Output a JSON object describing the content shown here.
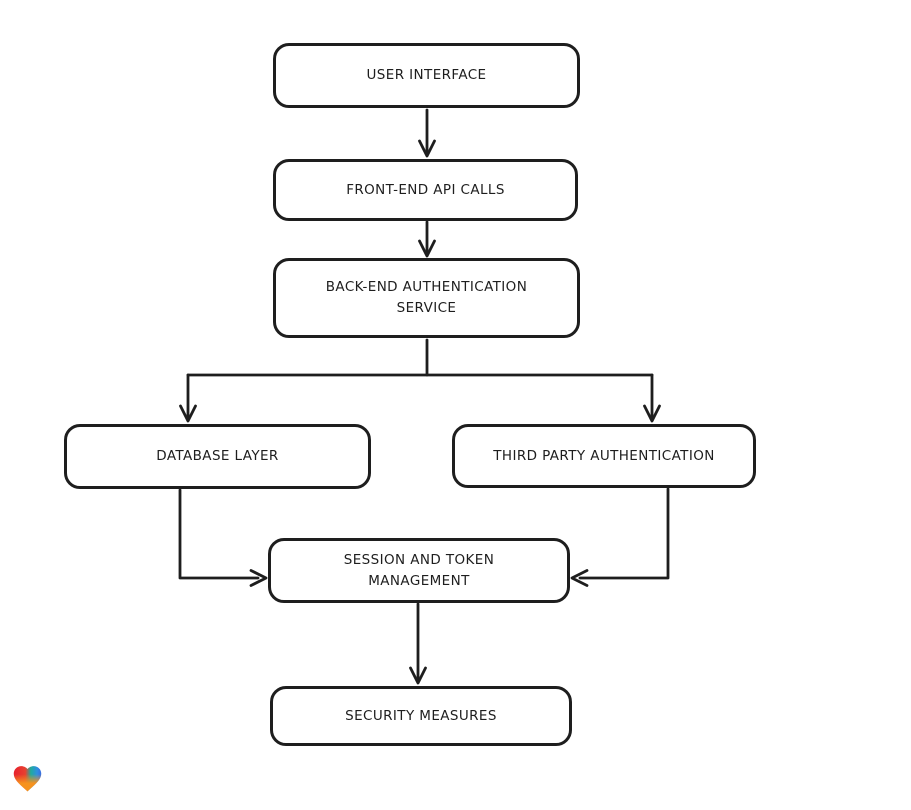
{
  "diagram": {
    "nodes": [
      {
        "id": "user-interface",
        "label": "USER INTERFACE"
      },
      {
        "id": "front-end-api-calls",
        "label": "FRONT-END API CALLS"
      },
      {
        "id": "back-end-authentication-service",
        "label": "BACK-END AUTHENTICATION SERVICE"
      },
      {
        "id": "database-layer",
        "label": "DATABASE LAYER"
      },
      {
        "id": "third-party-authentication",
        "label": "THIRD PARTY AUTHENTICATION"
      },
      {
        "id": "session-and-token-management",
        "label": "SESSION AND TOKEN MANAGEMENT"
      },
      {
        "id": "security-measures",
        "label": "SECURITY MEASURES"
      }
    ],
    "edges": [
      {
        "from": "user-interface",
        "to": "front-end-api-calls"
      },
      {
        "from": "front-end-api-calls",
        "to": "back-end-authentication-service"
      },
      {
        "from": "back-end-authentication-service",
        "to": "database-layer"
      },
      {
        "from": "back-end-authentication-service",
        "to": "third-party-authentication"
      },
      {
        "from": "database-layer",
        "to": "session-and-token-management"
      },
      {
        "from": "third-party-authentication",
        "to": "session-and-token-management"
      },
      {
        "from": "session-and-token-management",
        "to": "security-measures"
      }
    ],
    "colors": {
      "stroke": "#1e1e1e",
      "node_fill": "#ffffff",
      "background": "#ffffff",
      "logo_red": "#e7202e",
      "logo_orange": "#f6921e",
      "logo_teal": "#1fab9c",
      "logo_blue": "#2f7ee0"
    },
    "logo": {
      "icon": "gradient-heart-icon"
    }
  }
}
